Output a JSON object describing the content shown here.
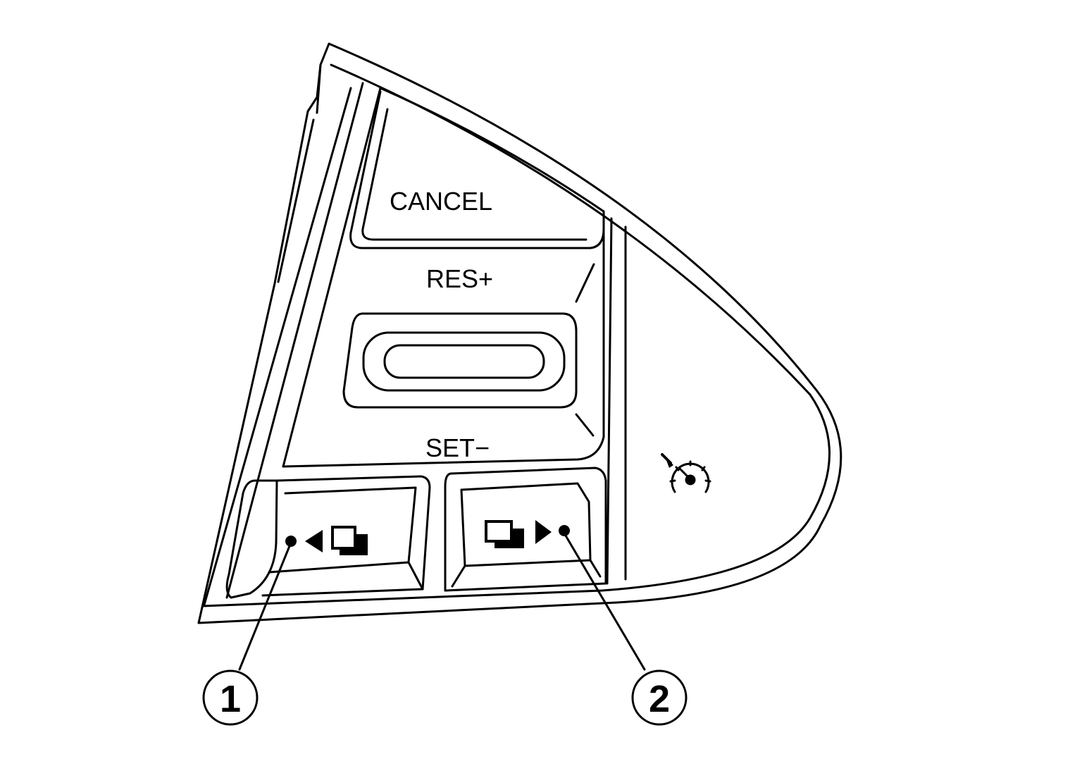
{
  "labels": {
    "cancel": "CANCEL",
    "res": "RES+",
    "set": "SET−"
  },
  "callouts": [
    {
      "number": "1",
      "target": "prev-display-button"
    },
    {
      "number": "2",
      "target": "next-display-button"
    }
  ],
  "icons": {
    "prev_button": "triangle-left-double-square-icon",
    "next_button": "double-square-triangle-right-icon",
    "cruise": "cruise-control-speedometer-icon"
  },
  "colors": {
    "line": "#000000",
    "background": "#ffffff"
  }
}
